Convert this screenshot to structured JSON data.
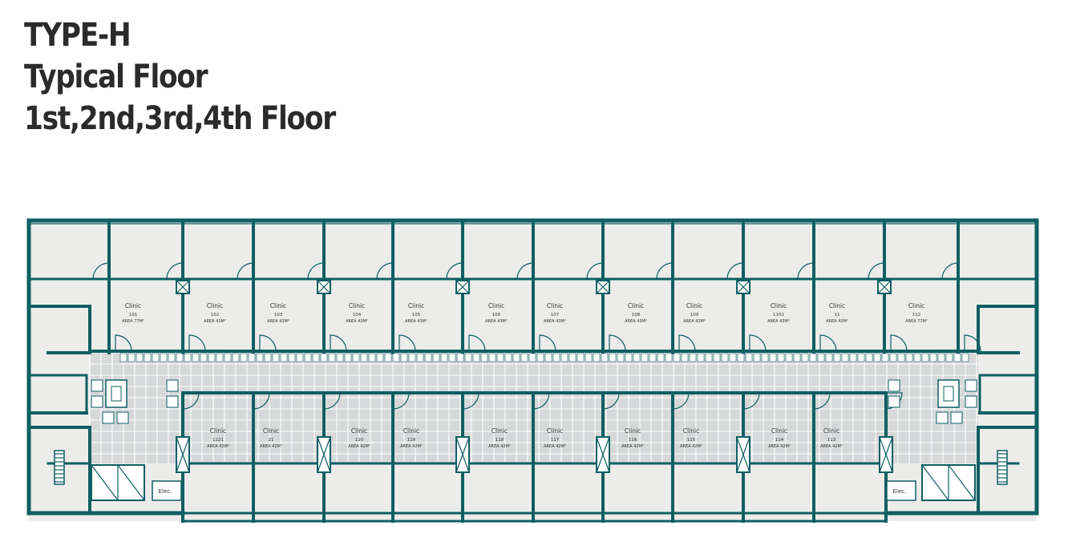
{
  "title": {
    "line1": "TYPE-H",
    "line2": "Typical Floor",
    "line3": "1st,2nd,3rd,4th Floor"
  },
  "colors": {
    "wall": "#0f5f63",
    "room_fill": "#ececea",
    "corridor_fill": "#d6d8d9",
    "text": "#2b2b2b"
  },
  "units_top": [
    {
      "label": "Clinic",
      "number": "101",
      "area": "AREA 77M²"
    },
    {
      "label": "Clinic",
      "number": "102",
      "area": "AREA 43M²"
    },
    {
      "label": "Clinic",
      "number": "103",
      "area": "AREA 43M²"
    },
    {
      "label": "Clinic",
      "number": "104",
      "area": "AREA 43M²"
    },
    {
      "label": "Clinic",
      "number": "105",
      "area": "AREA 43M²"
    },
    {
      "label": "Clinic",
      "number": "106",
      "area": "AREA 43M²"
    },
    {
      "label": "Clinic",
      "number": "107",
      "area": "AREA 43M²"
    },
    {
      "label": "Clinic",
      "number": "108",
      "area": "AREA 43M²"
    },
    {
      "label": "Clinic",
      "number": "109",
      "area": "AREA 43M²"
    },
    {
      "label": "Clinic",
      "number": "1101",
      "area": "AREA 43M²"
    },
    {
      "label": "Clinic",
      "number": "11",
      "area": "AREA 43M²"
    },
    {
      "label": "Clinic",
      "number": "112",
      "area": "AREA 77M²"
    }
  ],
  "units_bottom": [
    {
      "label": "Clinic",
      "number": "1221",
      "area": "AREA 42M²"
    },
    {
      "label": "Clinic",
      "number": "21",
      "area": "AREA 42M²"
    },
    {
      "label": "Clinic",
      "number": "120",
      "area": "AREA 42M²"
    },
    {
      "label": "Clinic",
      "number": "119",
      "area": "AREA 42M²"
    },
    {
      "label": "Clinic",
      "number": "118",
      "area": "AREA 42M²"
    },
    {
      "label": "Clinic",
      "number": "117",
      "area": "AREA 42M²"
    },
    {
      "label": "Clinic",
      "number": "116",
      "area": "AREA 42M²"
    },
    {
      "label": "Clinic",
      "number": "115",
      "area": "AREA 42M²"
    },
    {
      "label": "Clinic",
      "number": "114",
      "area": "AREA 42M²"
    },
    {
      "label": "Clinic",
      "number": "113",
      "area": "AREA 42M²"
    }
  ],
  "elec_label": "Elec."
}
